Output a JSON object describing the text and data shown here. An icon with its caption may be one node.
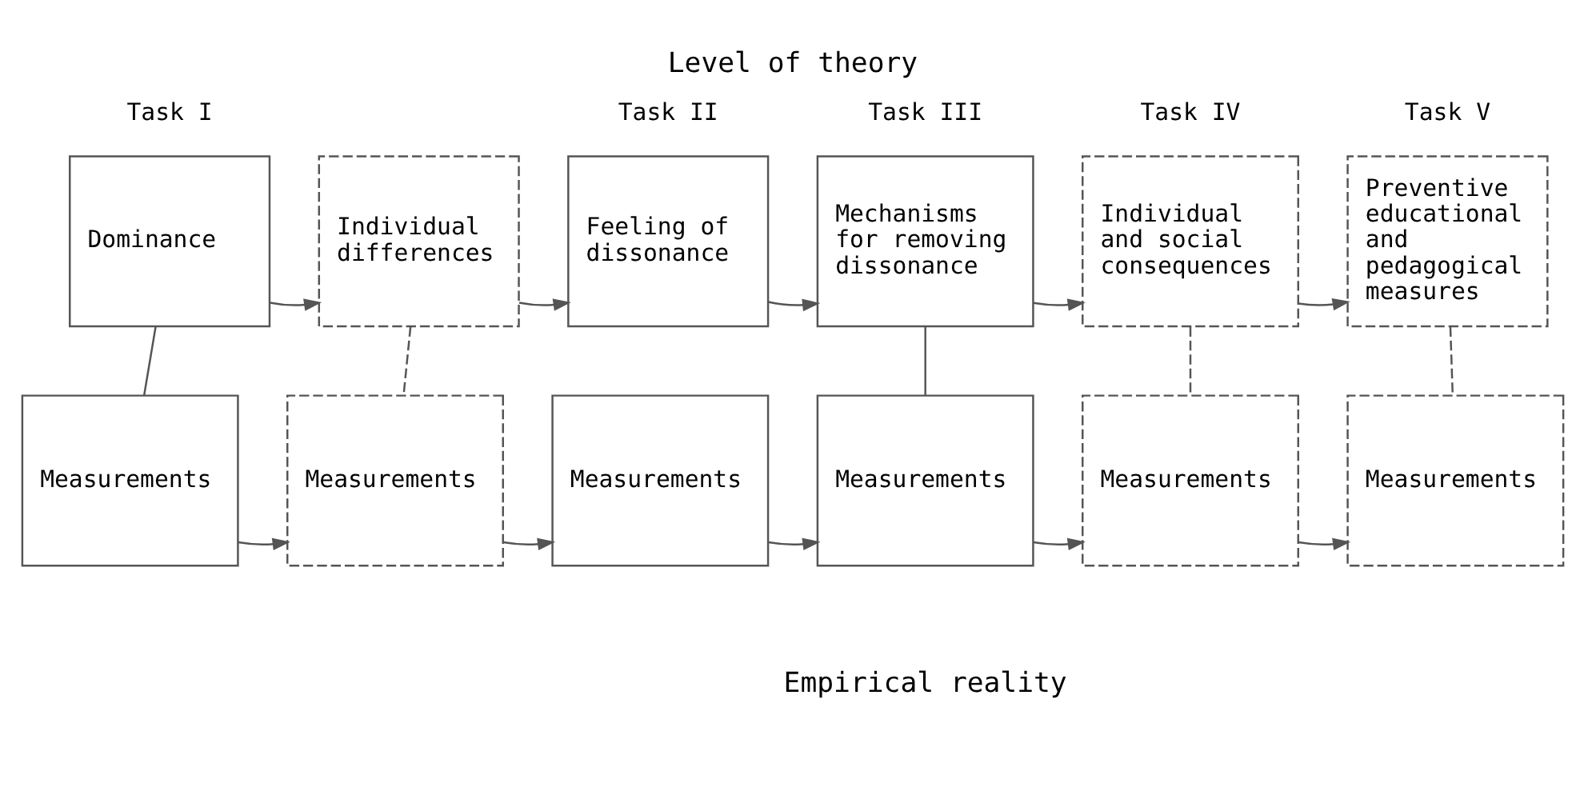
{
  "diagram": {
    "title": "Level of theory",
    "caption": "Empirical reality",
    "nodes": [
      {
        "text": [
          "Dominance"
        ],
        "beside": [
          "Task I"
        ]
      },
      {
        "text": [
          "Individual differences"
        ]
      },
      {
        "text": [
          "Feeling of dissonance"
        ],
        "beside": [
          "Task II"
        ]
      },
      {
        "text": [
          "Mechanisms for removing dissonance"
        ],
        "beside": [
          "Task III"
        ]
      },
      {
        "text": [
          "Individual and social consequences"
        ],
        "beside": [
          "Task IV"
        ]
      },
      {
        "text": [
          "Preventive educational and pedagogical measures"
        ],
        "beside": [
          "Task V"
        ]
      },
      {
        "text": [
          "Measurements"
        ]
      },
      {
        "text": [
          "Measurements"
        ]
      },
      {
        "text": [
          "Measurements"
        ]
      },
      {
        "text": [
          "Measurements"
        ]
      },
      {
        "text": [
          "Measurements"
        ]
      },
      {
        "text": [
          "Measurements"
        ]
      }
    ],
    "edges": [
      {
        "from": 0,
        "to": 1,
        "arrow": "to"
      },
      {
        "from": 1,
        "to": 2,
        "arrow": "to"
      },
      {
        "from": 2,
        "to": 3,
        "arrow": "to"
      },
      {
        "from": 3,
        "to": 4,
        "arrow": "to"
      },
      {
        "from": 4,
        "to": 5,
        "arrow": "to"
      },
      {
        "from": 0,
        "to": 6,
        "arrow": "none"
      },
      {
        "from": 1,
        "to": 7,
        "arrow": "none",
        "style": "dashed"
      },
      {
        "from": 3,
        "to": 9,
        "arrow": "none"
      },
      {
        "from": 4,
        "to": 10,
        "arrow": "none",
        "style": "dashed"
      },
      {
        "from": 5,
        "to": 11,
        "arrow": "none",
        "style": "dashed"
      },
      {
        "from": 6,
        "to": 7,
        "arrow": "to"
      },
      {
        "from": 7,
        "to": 8,
        "arrow": "to"
      },
      {
        "from": 8,
        "to": 9,
        "arrow": "to"
      },
      {
        "from": 9,
        "to": 10,
        "arrow": "to"
      },
      {
        "from": 10,
        "to": 11,
        "arrow": "to"
      }
    ]
  }
}
